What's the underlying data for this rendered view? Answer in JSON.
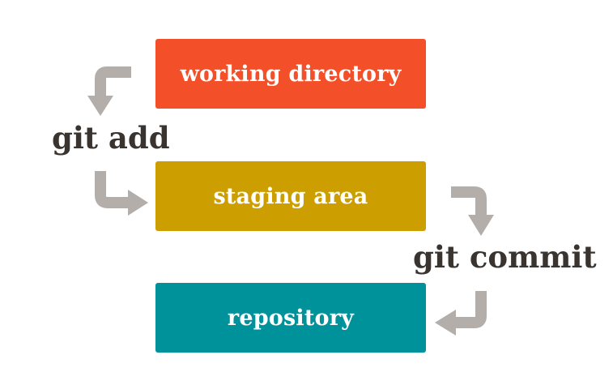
{
  "stages": {
    "working_directory": {
      "label": "working directory",
      "color": "#f34f29"
    },
    "staging_area": {
      "label": "staging area",
      "color": "#cc9e00"
    },
    "repository": {
      "label": "repository",
      "color": "#00929b"
    }
  },
  "commands": {
    "add": "git add",
    "commit": "git commit"
  },
  "colors": {
    "arrow": "#b3aeaa",
    "command_text": "#3a3431"
  }
}
